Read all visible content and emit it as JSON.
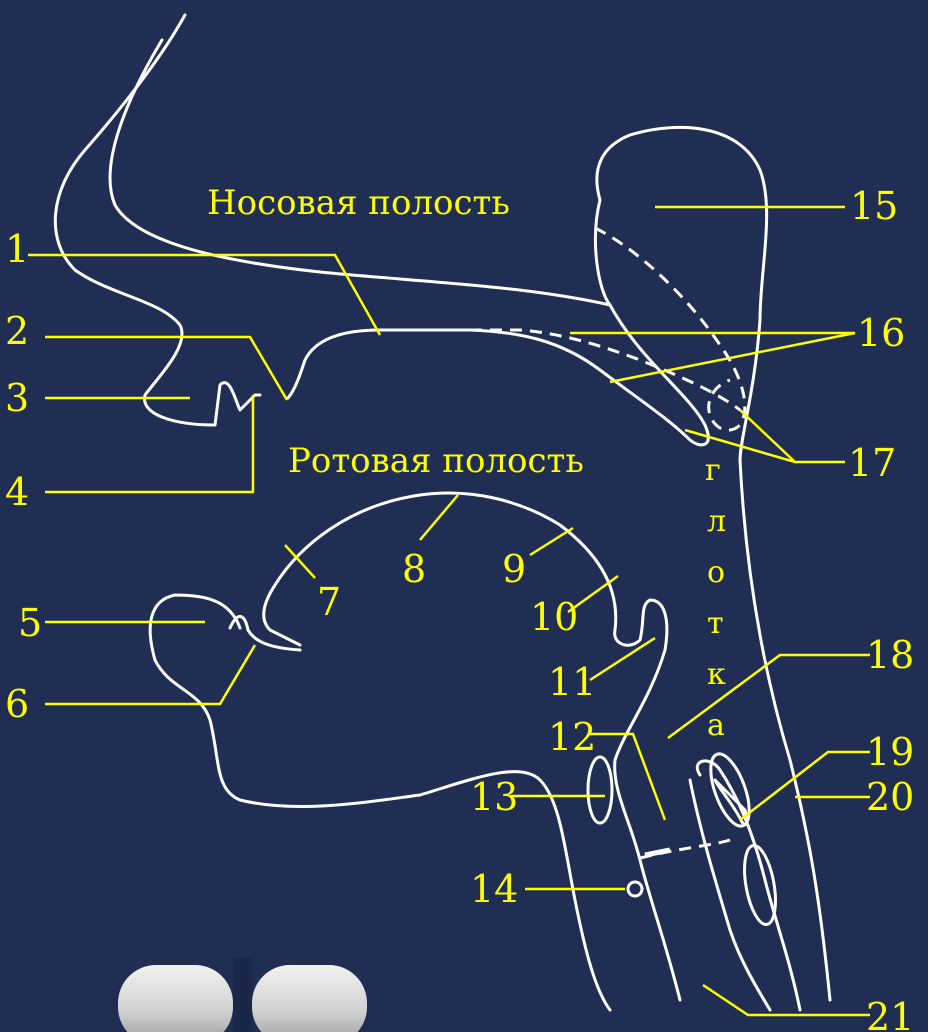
{
  "diagram": {
    "regions": {
      "nasal": "Носовая полость",
      "oral": "Ротовая полость",
      "pharynx_letters": [
        "г",
        "л",
        "о",
        "т",
        "к",
        "а"
      ]
    },
    "labels": [
      "1",
      "2",
      "3",
      "4",
      "5",
      "6",
      "7",
      "8",
      "9",
      "10",
      "11",
      "12",
      "13",
      "14",
      "15",
      "16",
      "17",
      "18",
      "19",
      "20",
      "21"
    ],
    "colors": {
      "background": "#1f2e52",
      "outline": "#ffffff",
      "labels": "#ffff00",
      "logo_block": "#d9d9d9"
    }
  }
}
